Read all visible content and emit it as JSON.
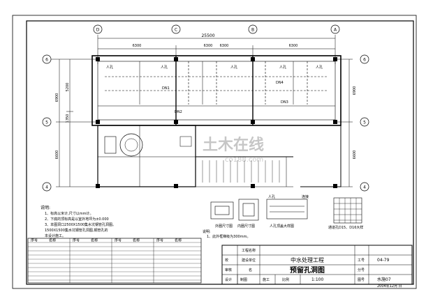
{
  "grid": {
    "col_bubbles": [
      "D",
      "C",
      "B",
      "A"
    ],
    "row_bubbles": [
      "6",
      "5",
      "4"
    ],
    "overall_dim": "25500",
    "bay_dims": [
      "6300",
      "6300",
      "6300",
      "6300"
    ],
    "left_dims": [
      "6900",
      "1350",
      "5200",
      "6600"
    ],
    "right_dims": [
      "6900",
      "6600"
    ]
  },
  "room_labels": [
    "人孔",
    "人孔",
    "人孔",
    "人孔",
    "人孔"
  ],
  "plan_notes": [
    "DN1",
    "DN4",
    "DN3",
    "DN2"
  ],
  "notes": {
    "heading": "说明:",
    "lines": [
      "1、标高以米计,尺寸以mm计。",
      "2、下底的顶标高是以室外地坪为±0.000",
      "3、本图洞口2500X1500集水坑钢管孔洞图。",
      "1500X1500集水坑钢管孔洞图,钢管孔的",
      "本设计施工。"
    ]
  },
  "details": {
    "label_1": "外圈尺寸图",
    "label_2": "内圈尺寸图",
    "label_3": "人孔顶盖大样图",
    "label_4": "通道孔D15、D16大样",
    "tag_manhole": "人孔",
    "tag_conn": "连接",
    "note_heading": "说明:",
    "note_line": "1、此外框梯级为300mm。"
  },
  "schedule": {
    "col_no": "序号",
    "col_name": "名称"
  },
  "title_block": {
    "field_project_label": "工程名称",
    "field_unit_label": "建设单位",
    "field_name_label": "名",
    "field_check": "校",
    "field_review": "审核",
    "field_design": "设计",
    "field_draw": "制图",
    "field_stage": "施工",
    "field_scale_label": "比例",
    "scale": "1:100",
    "project_value": "中水处理工程",
    "drawing_title": "预留孔洞图",
    "job_label": "工号",
    "job_no": "04-79",
    "sub_label": "分号",
    "sheet_label": "图号",
    "sheet_no": "水施07",
    "date": "2004年12月 日"
  },
  "watermark": {
    "cn": "土木在线",
    "en": "co188.com"
  }
}
